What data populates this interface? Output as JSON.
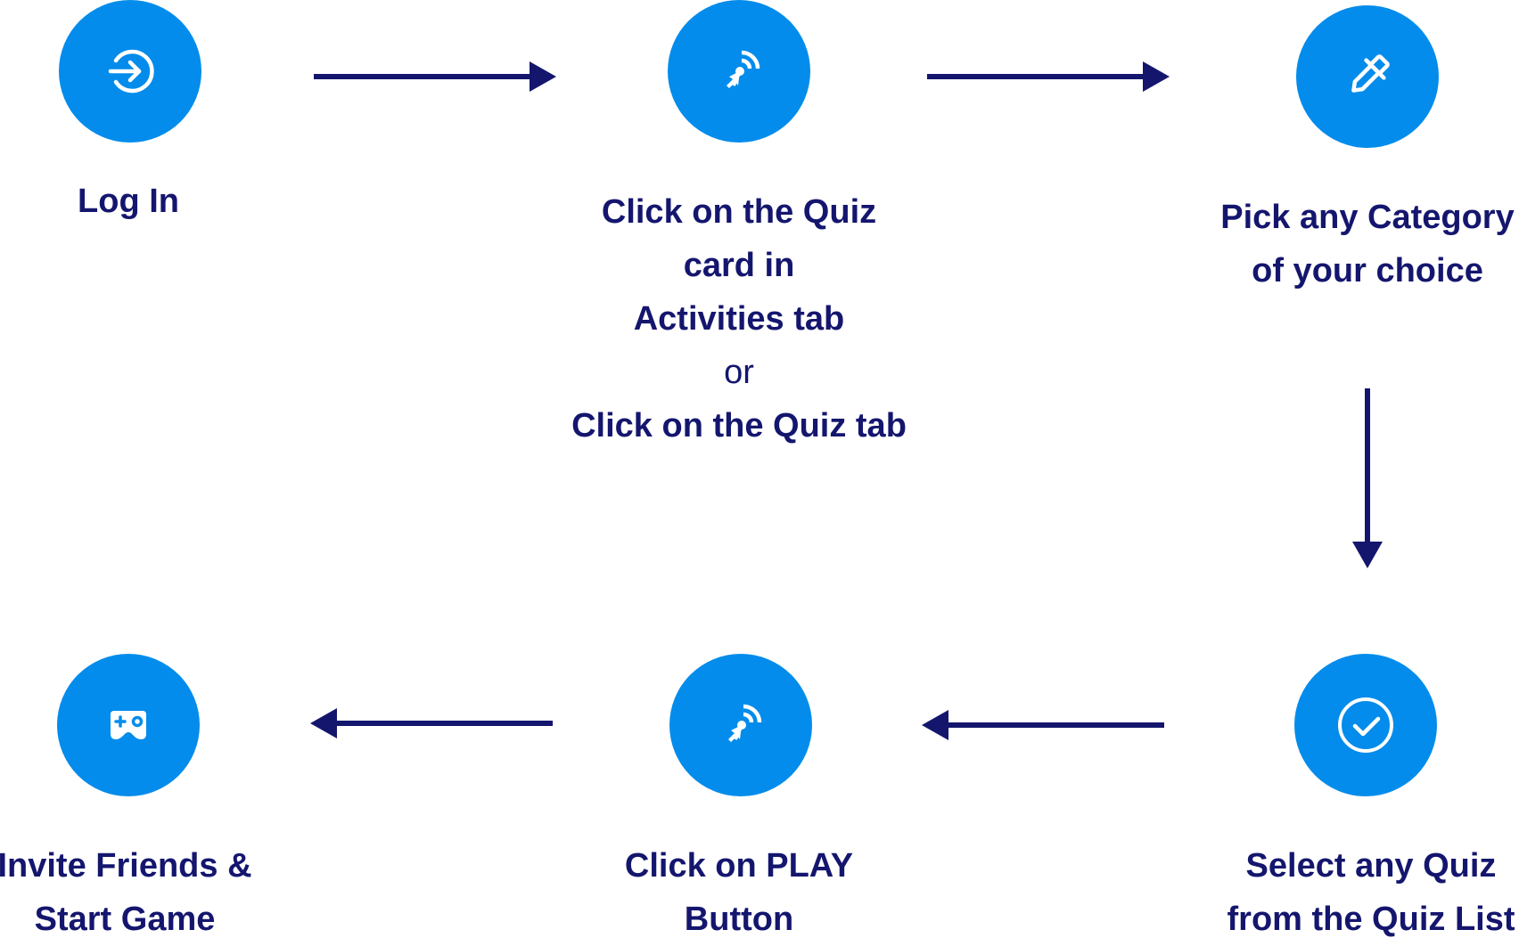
{
  "colors": {
    "circle": "#038CEB",
    "text": "#14166E",
    "arrow": "#14166E",
    "icon": "#ffffff"
  },
  "steps": [
    {
      "id": "log-in",
      "icon": "log-in-icon",
      "lines": [
        {
          "text": "Log In",
          "bold": true
        }
      ]
    },
    {
      "id": "click-quiz-card",
      "icon": "tap-cursor-icon",
      "lines": [
        {
          "text": "Click on the Quiz",
          "bold": true
        },
        {
          "text": "card in",
          "bold": true
        },
        {
          "text": "Activities tab",
          "bold": true
        },
        {
          "text": "or",
          "bold": false
        },
        {
          "text": "Click on the Quiz tab",
          "bold": true
        }
      ]
    },
    {
      "id": "pick-category",
      "icon": "eyedropper-icon",
      "lines": [
        {
          "text": "Pick any Category",
          "bold": true
        },
        {
          "text": "of your choice",
          "bold": true
        }
      ]
    },
    {
      "id": "select-quiz",
      "icon": "check-circle-icon",
      "lines": [
        {
          "text": "Select any Quiz",
          "bold": true
        },
        {
          "text": "from the Quiz List",
          "bold": true
        }
      ]
    },
    {
      "id": "click-play",
      "icon": "tap-cursor-icon",
      "lines": [
        {
          "text": "Click on PLAY",
          "bold": true
        },
        {
          "text": "Button",
          "bold": true
        }
      ]
    },
    {
      "id": "invite-friends",
      "icon": "gamepad-icon",
      "lines": [
        {
          "text": "Invite Friends &",
          "bold": true
        },
        {
          "text": "Start Game",
          "bold": true
        }
      ]
    }
  ],
  "flow": [
    {
      "from": "log-in",
      "to": "click-quiz-card",
      "direction": "right"
    },
    {
      "from": "click-quiz-card",
      "to": "pick-category",
      "direction": "right"
    },
    {
      "from": "pick-category",
      "to": "select-quiz",
      "direction": "down"
    },
    {
      "from": "select-quiz",
      "to": "click-play",
      "direction": "left"
    },
    {
      "from": "click-play",
      "to": "invite-friends",
      "direction": "left"
    }
  ]
}
